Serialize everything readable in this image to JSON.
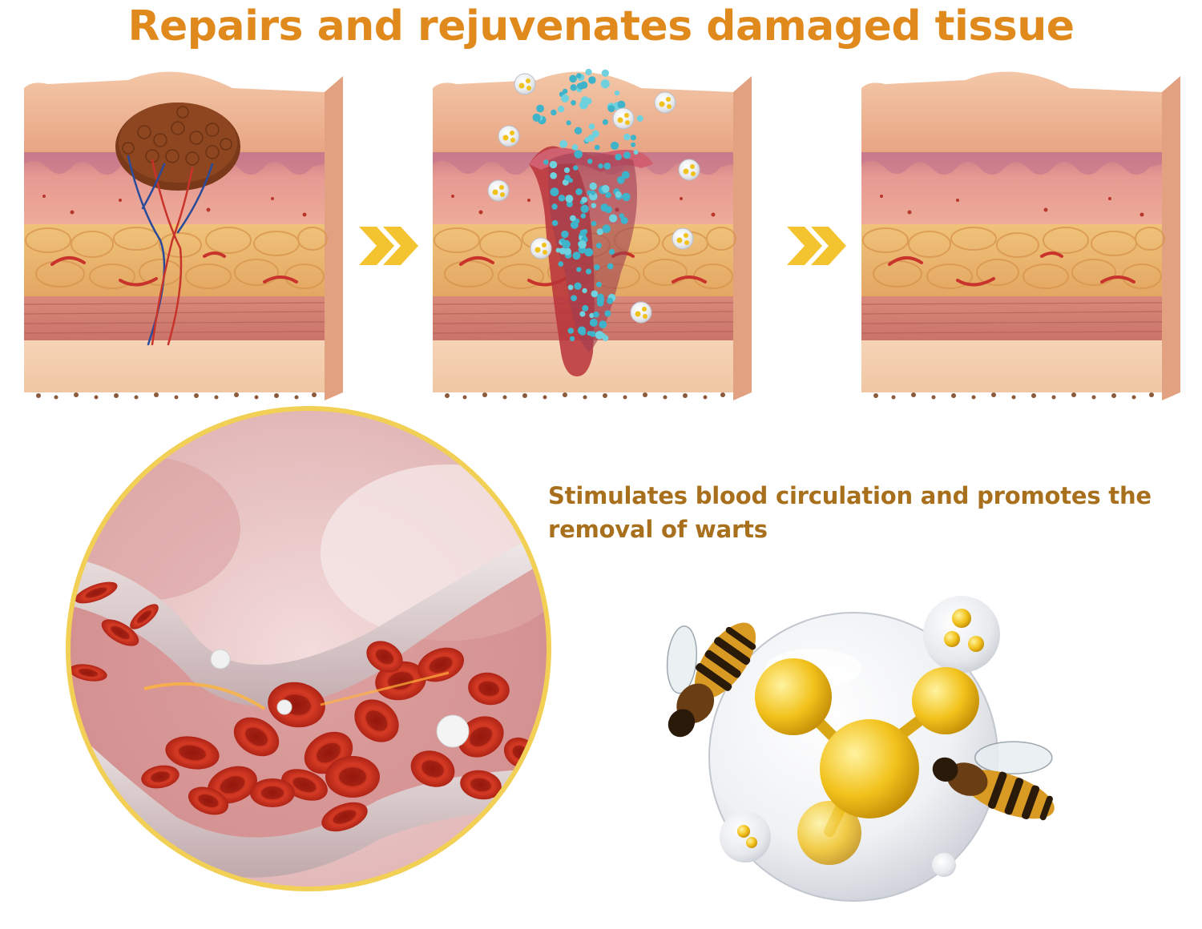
{
  "headline": "Repairs and rejuvenates damaged tissue",
  "subtext": "Stimulates blood circulation and promotes the removal of warts",
  "colors": {
    "headline": "#e08a1e",
    "subtext": "#a8701c",
    "arrow": "#f4c430",
    "circle_border": "#f2cf55"
  },
  "stages": [
    {
      "icon": "skin-wart-block"
    },
    {
      "icon": "skin-treatment-block"
    },
    {
      "icon": "skin-healed-block"
    }
  ],
  "illustrations": {
    "blood_vessel": "blood-vessel-icon",
    "molecule": "molecule-bee-icon"
  }
}
